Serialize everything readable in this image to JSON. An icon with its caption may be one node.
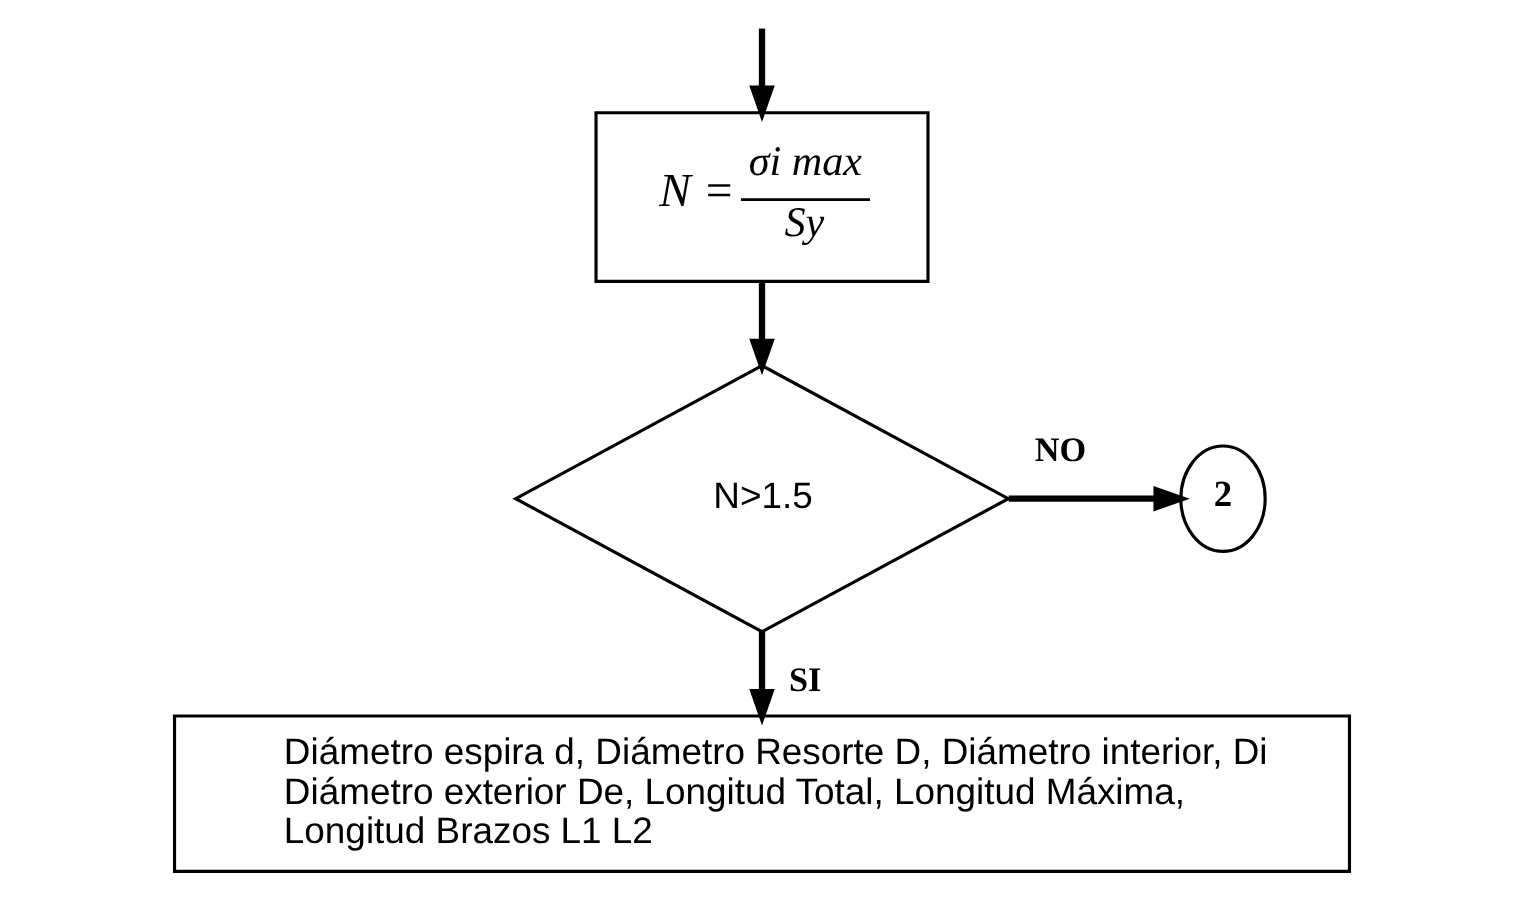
{
  "diagram": {
    "nodes": [
      {
        "text": [
          "N =",
          "σi max",
          "Sy"
        ]
      },
      {
        "text": [
          "N>1.5"
        ]
      },
      {
        "text": [
          "2"
        ]
      },
      {
        "text": [
          "Diámetro espira d, Diámetro Resorte D, Diámetro interior, Di Diámetro exterior De, Longitud Total, Longitud Máxima, Longitud Brazos L1 L2"
        ]
      }
    ],
    "edges": [
      {
        "from": null,
        "to": 0,
        "arrow": "to"
      },
      {
        "from": 0,
        "to": 1,
        "arrow": "to"
      },
      {
        "from": 1,
        "to": 2,
        "arrow": "to",
        "label": "NO"
      },
      {
        "from": 1,
        "to": 3,
        "arrow": "to",
        "label": "SI"
      }
    ]
  }
}
